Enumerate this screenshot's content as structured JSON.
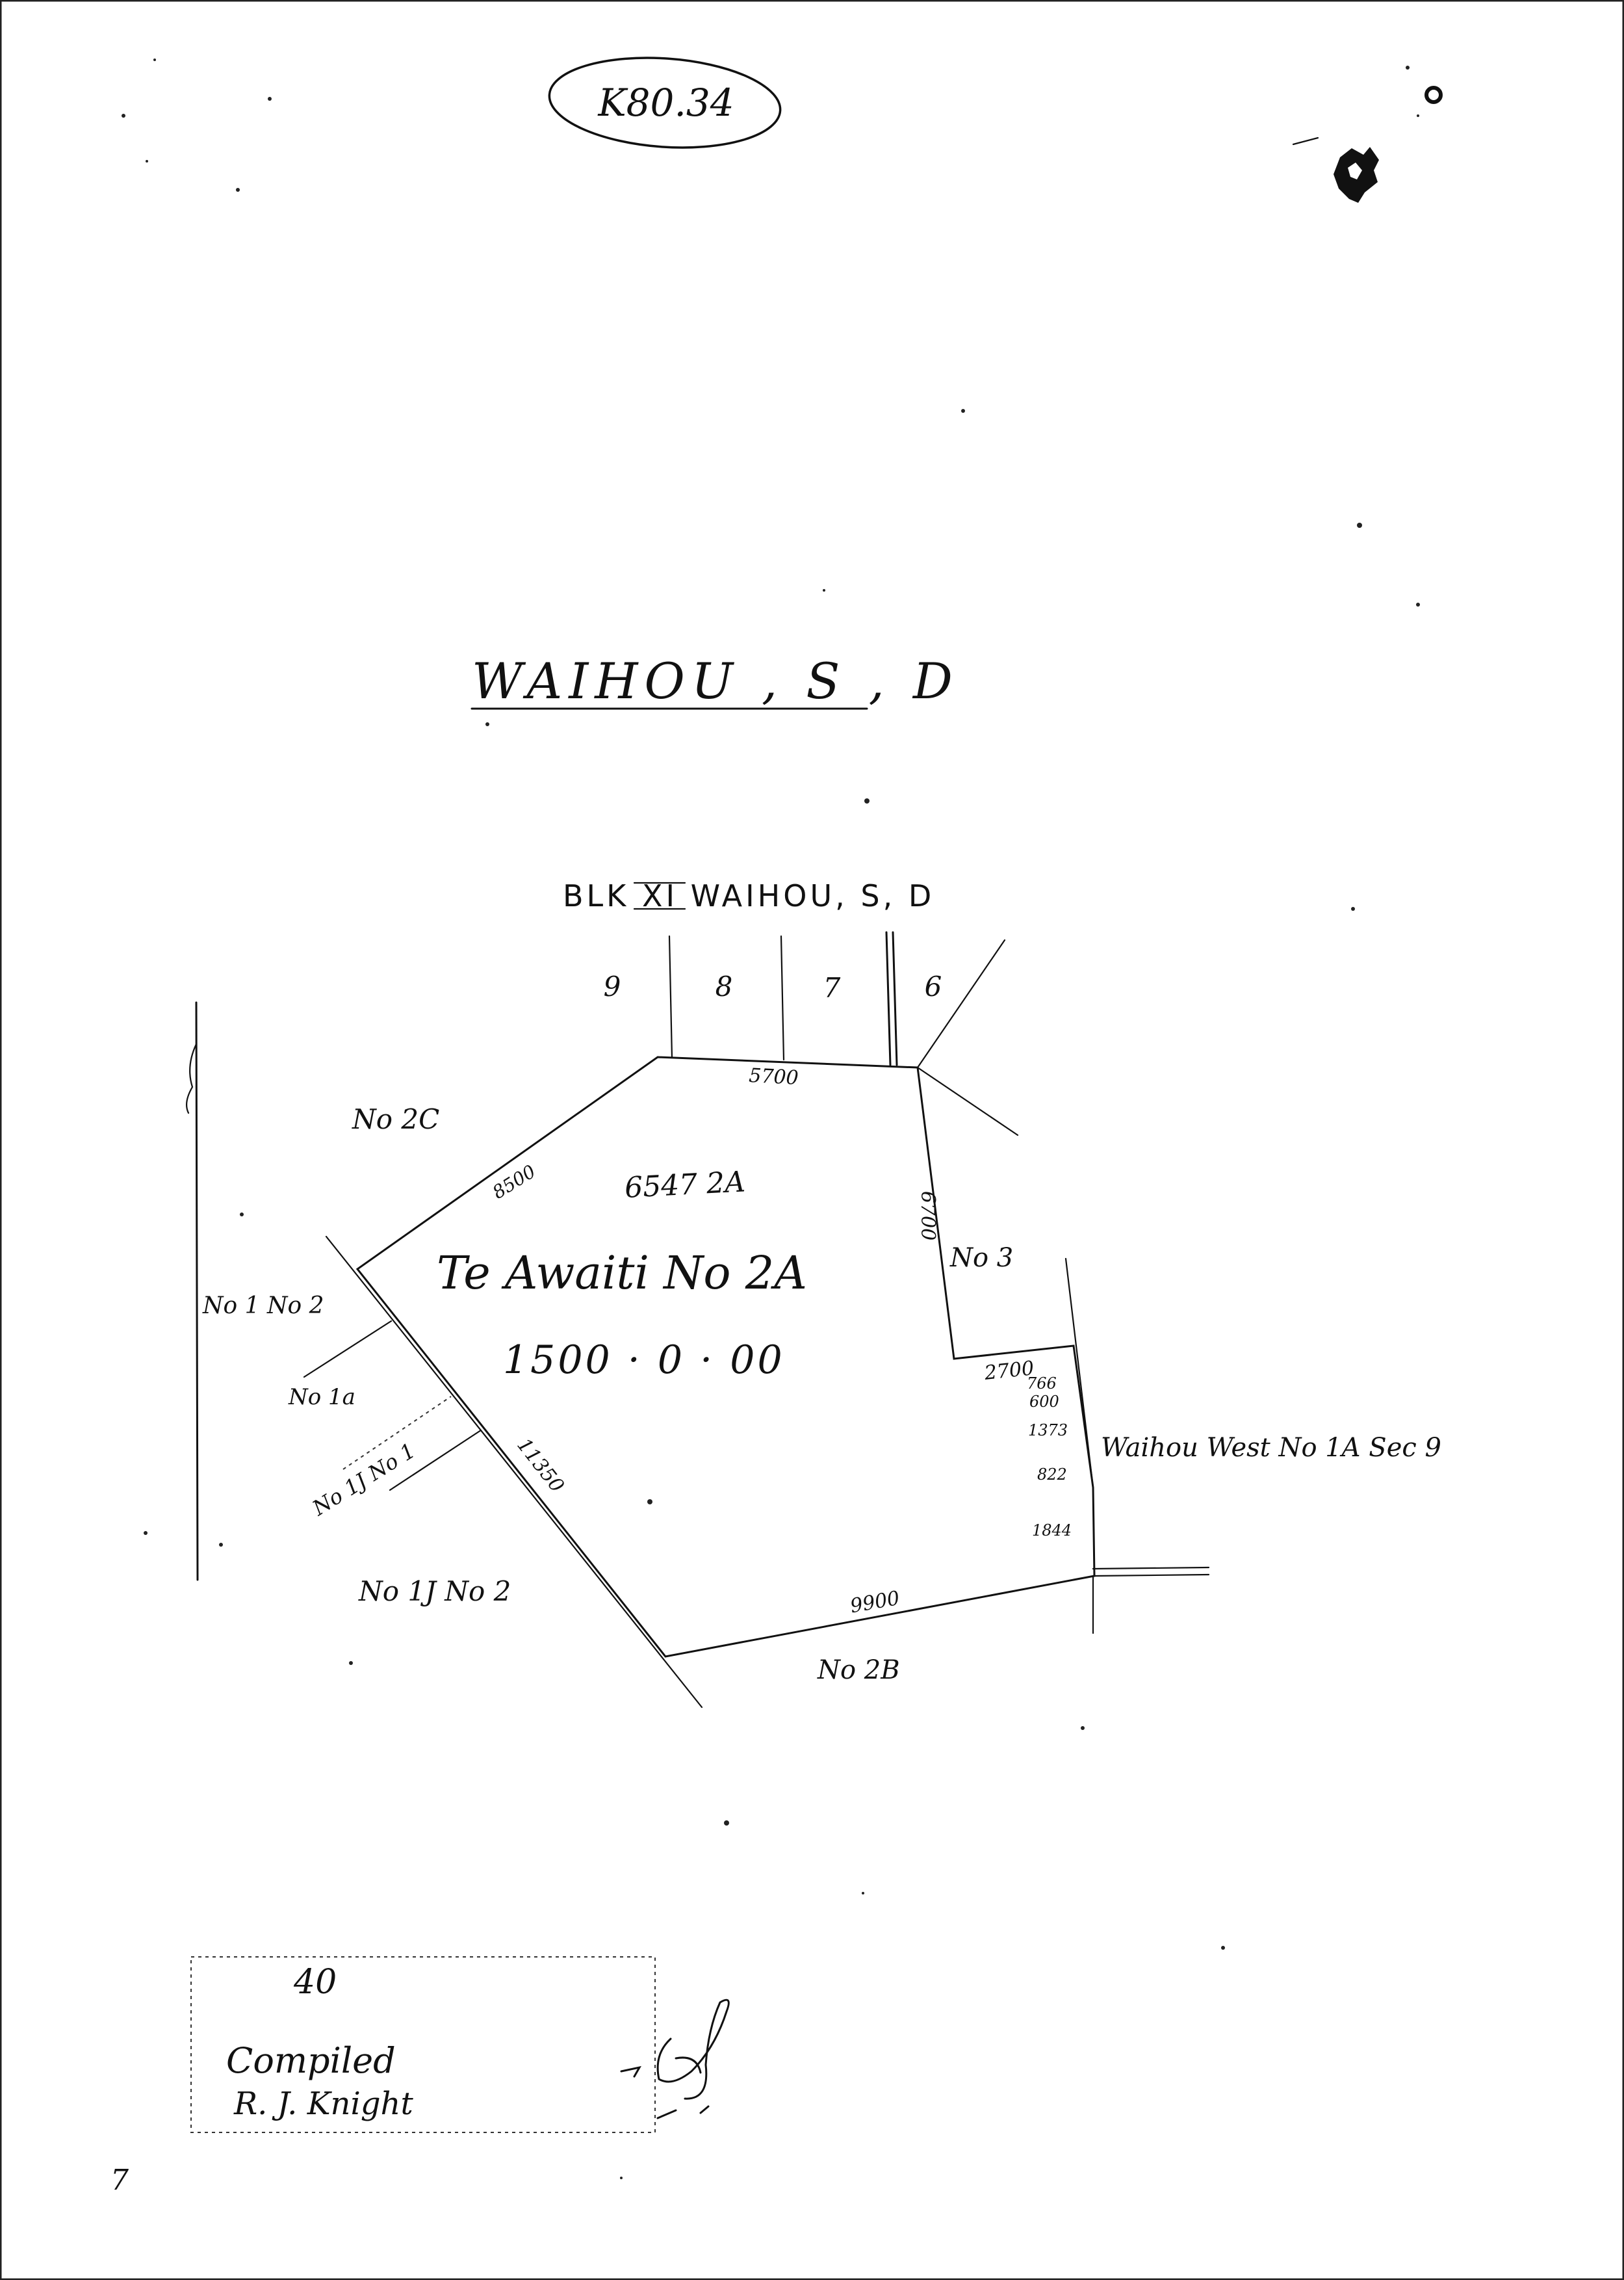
{
  "reference_label": "K80.34",
  "district_title": "WAIHOU , S , D",
  "block_title": "BLK XI WAIHOU, S, D",
  "sections": [
    "9",
    "8",
    "7",
    "6"
  ],
  "parcel": {
    "name": "Te Awaiti No 2A",
    "area": "1500 · 0 · 00",
    "survey_ref": "6547 2A"
  },
  "boundary_lengths": {
    "north": "5700",
    "northwest": "8500",
    "east": "6700",
    "southwest": "11350",
    "south": "9900",
    "east_step": "2700"
  },
  "east_offsets": [
    "766",
    "600",
    "1373",
    "822",
    "1844"
  ],
  "neighbours": {
    "no2c": "No 2C",
    "no3": "No 3",
    "no1no2": "No 1 No 2",
    "no1a": "No 1a",
    "no1jno1": "No 1J No 1",
    "no1jno2": "No 1J No 2",
    "no2b": "No 2B",
    "waihou_west": "Waihou West No 1A Sec 9"
  },
  "compiled_box": {
    "number": "40",
    "label": "Compiled",
    "name": "R. J. Knight"
  },
  "margin_mark": "7"
}
